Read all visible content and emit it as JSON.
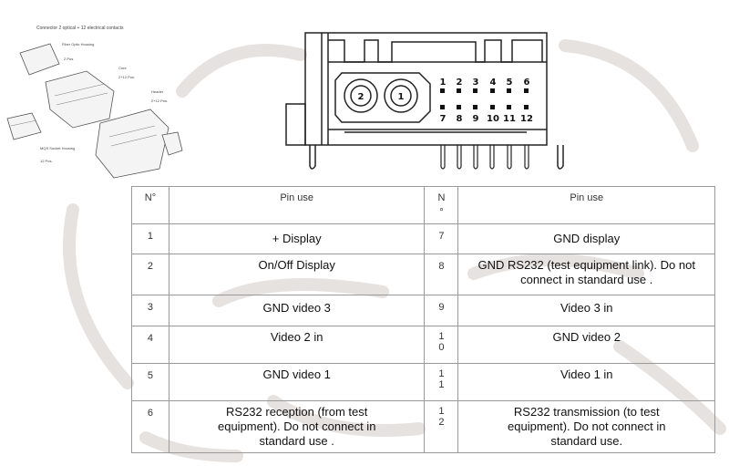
{
  "figure": {
    "title": "Connector 2 optical + 12 electrical contacts",
    "labels": [
      "Fiber Optic Housing",
      "2 Pos.",
      "Core",
      "2+12 Pos.",
      "Header",
      "2+12 Pos.",
      "MQS Socket Housing",
      "12 Pos."
    ]
  },
  "connector": {
    "optical": [
      "2",
      "1"
    ],
    "pins_top": [
      "1",
      "2",
      "3",
      "4",
      "5",
      "6"
    ],
    "pins_bottom": [
      "7",
      "8",
      "9",
      "10",
      "11",
      "12"
    ]
  },
  "table": {
    "headers": [
      "N°",
      "Pin use",
      "N °",
      "Pin use"
    ],
    "rows": [
      {
        "n1": "1",
        "use1": "+ Display",
        "n2": "7",
        "use2": "GND display"
      },
      {
        "n1": "2",
        "use1": "On/Off Display",
        "n2": "8",
        "use2": "GND RS232 (test equipment link). Do not connect in standard use ."
      },
      {
        "n1": "3",
        "use1": "GND video 3",
        "n2": "9",
        "use2": "Video 3 in"
      },
      {
        "n1": "4",
        "use1": "Video 2 in",
        "n2": "1 0",
        "use2": "GND video 2"
      },
      {
        "n1": "5",
        "use1": "GND video 1",
        "n2": "1 1",
        "use2": "Video 1 in"
      },
      {
        "n1": "6",
        "use1": "RS232 reception (from test equipment). Do not connect in standard use .",
        "n2": "1 2",
        "use2": "RS232 transmission (to test equipment). Do not connect in standard use."
      }
    ]
  }
}
